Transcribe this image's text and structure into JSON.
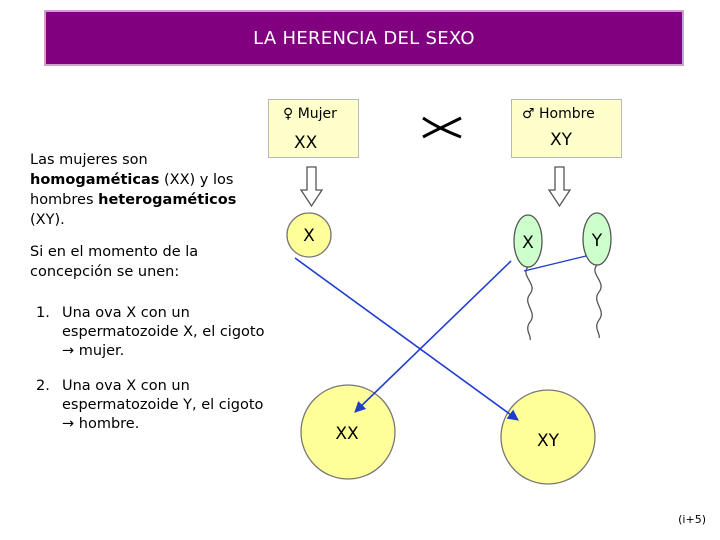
{
  "title": "LA HERENCIA DEL SEXO",
  "parents": {
    "female": {
      "symbol": "♀",
      "label": "Mujer",
      "genotype": "XX"
    },
    "male": {
      "symbol": "♂",
      "label": "Hombre",
      "genotype": "XY"
    },
    "cross_symbol": "×"
  },
  "gametes": {
    "ovum": "X",
    "sperm_x": "X",
    "sperm_y": "Y"
  },
  "offspring": {
    "left": "XX",
    "right": "XY"
  },
  "text": {
    "p1_a": "Las mujeres son ",
    "p1_b": "homogaméticas",
    "p1_c": " (XX) y los hombres ",
    "p1_d": "heterogaméticos",
    "p1_e": " (XY).",
    "p2": "Si en el momento de la concepción se unen:"
  },
  "list": [
    {
      "num": "1.",
      "a": "Una ova X con un espermatozoide X, el cigoto ",
      "arrow": "→",
      "b": " mujer."
    },
    {
      "num": "2.",
      "a": "Una ova X con un espermatozoide Y,  el cigoto ",
      "arrow": "→",
      "b": " hombre."
    }
  ],
  "footer": "(i+5)",
  "colors": {
    "title_bg": "#800080",
    "box_fill": "#ffffcc",
    "ovum_fill": "#ffff99",
    "sperm_fill": "#ccffcc",
    "arrow_blue": "#1f3cd0"
  }
}
